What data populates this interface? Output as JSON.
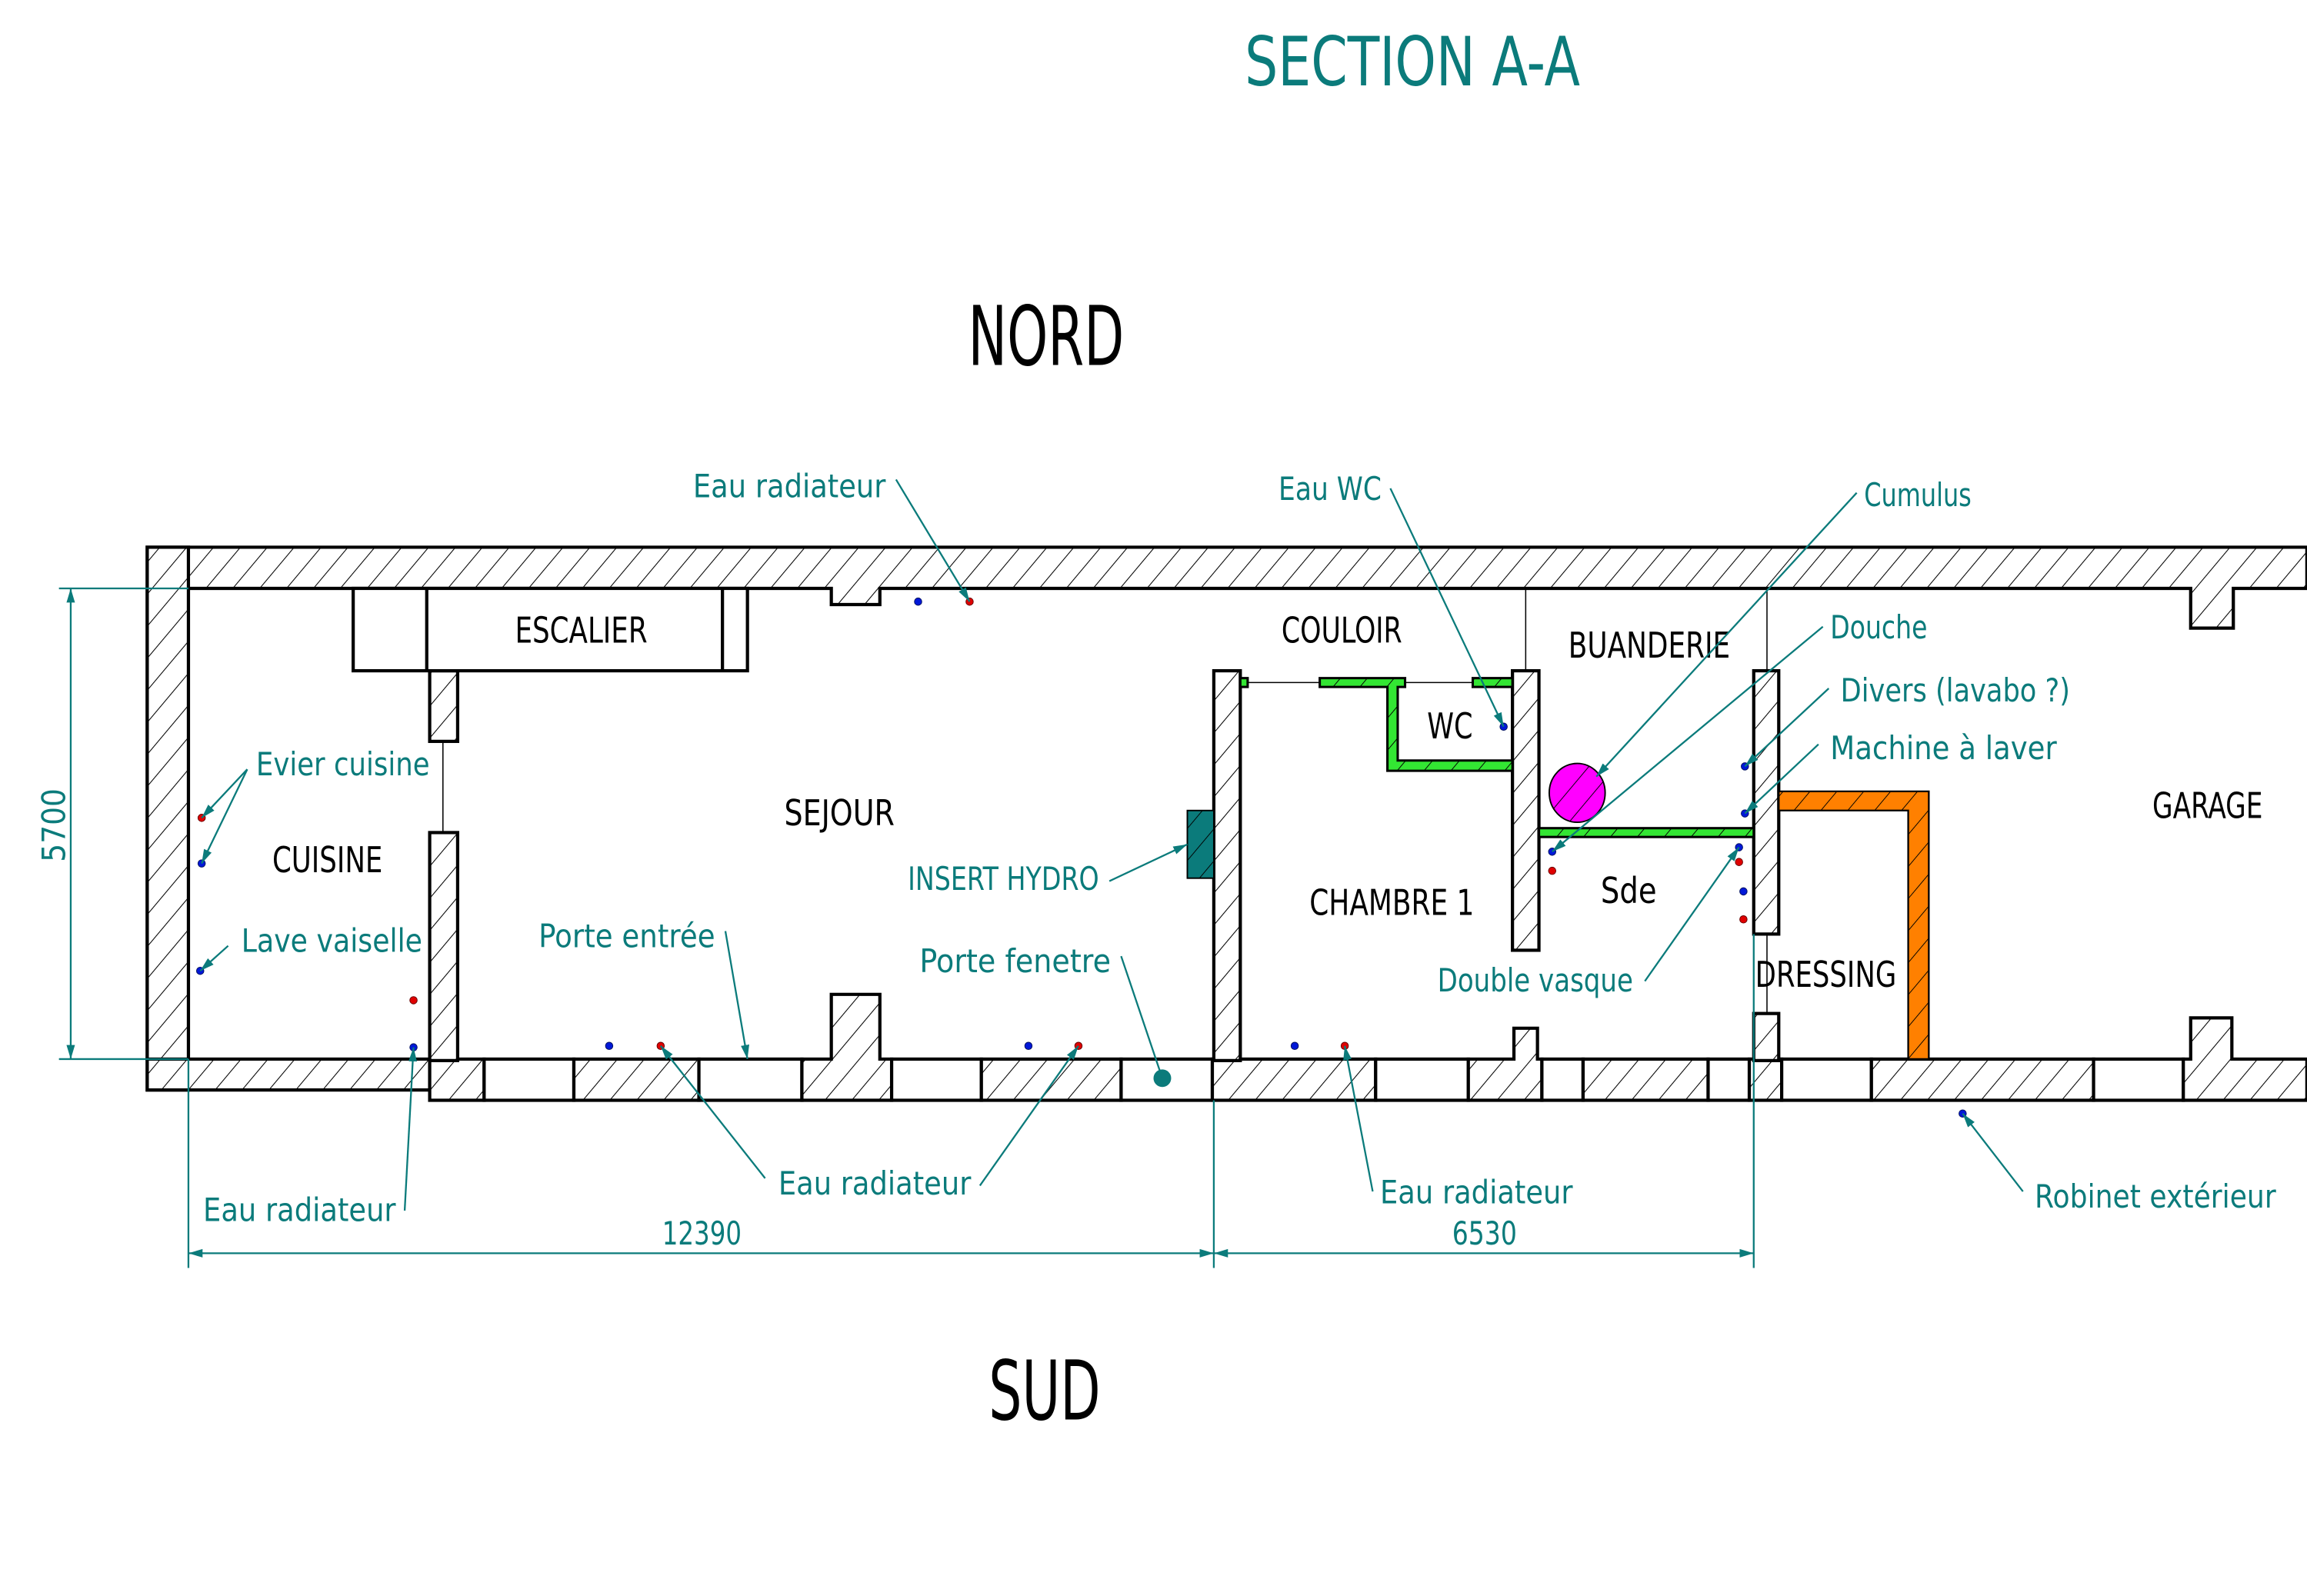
{
  "title": "SECTION A-A",
  "orientation": {
    "north": "NORD",
    "south": "SUD"
  },
  "rooms": {
    "escalier": "ESCALIER",
    "cuisine": "CUISINE",
    "sejour": "SEJOUR",
    "couloir": "COULOIR",
    "wc": "WC",
    "buanderie": "BUANDERIE",
    "chambre1": "CHAMBRE 1",
    "sde": "Sde",
    "dressing": "DRESSING",
    "garage": "GARAGE"
  },
  "annotations": {
    "eau_radiateur_nord": "Eau radiateur",
    "eau_wc": "Eau WC",
    "cumulus": "Cumulus",
    "douche": "Douche",
    "divers": "Divers (lavabo ?)",
    "machine_a_laver": "Machine à laver",
    "evier_cuisine": "Evier cuisine",
    "lave_vaisselle": "Lave vaiselle",
    "insert_hydro": "INSERT HYDRO",
    "porte_entree": "Porte entrée",
    "porte_fenetre": "Porte fenetre",
    "double_vasque": "Double vasque",
    "eau_radiateur_cuisine": "Eau radiateur",
    "eau_radiateur_sejour": "Eau radiateur",
    "eau_radiateur_chambre": "Eau radiateur",
    "robinet_exterieur": "Robinet extérieur"
  },
  "dimensions": {
    "height": "5700",
    "width_left": "12390",
    "width_right": "6530"
  },
  "colors": {
    "annotation": "#0b7b7b",
    "hot_water": "#e00000",
    "cold_water": "#0018d8",
    "partition_green": "#33e633",
    "partition_orange": "#ff8000",
    "cumulus": "#ff00ff",
    "insert": "#0b7b7b"
  }
}
